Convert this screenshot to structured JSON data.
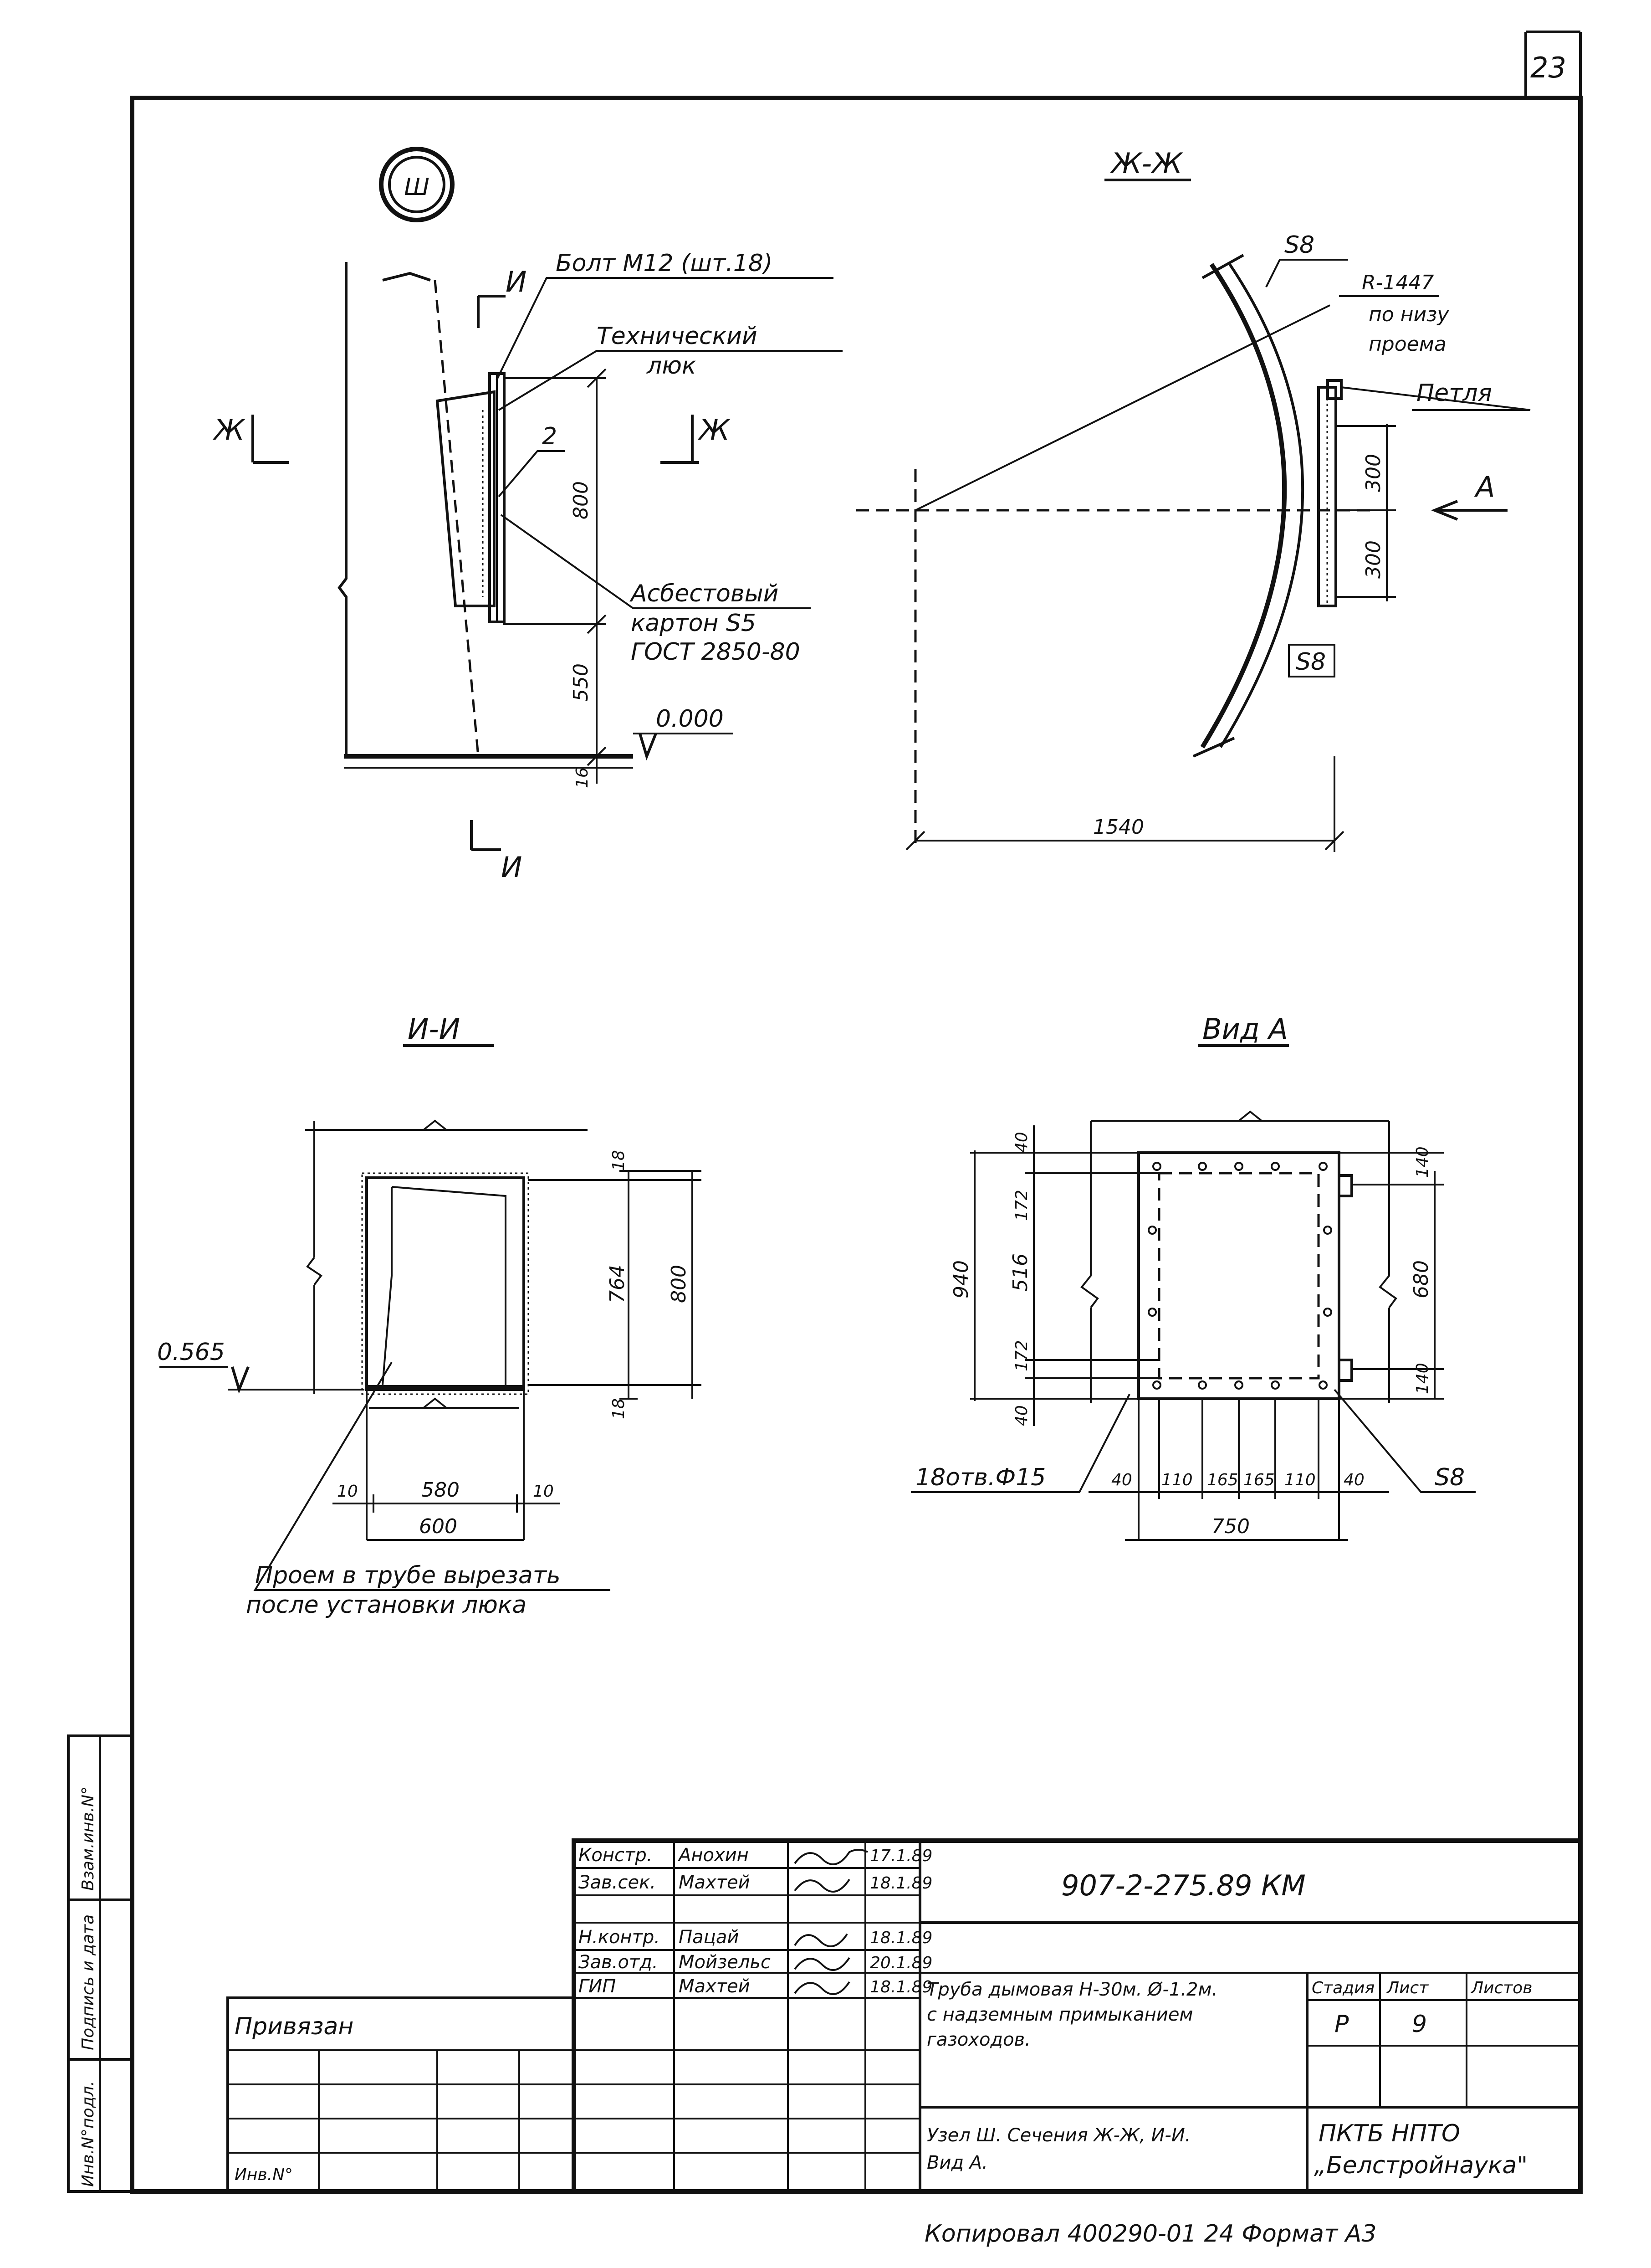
{
  "sheet": {
    "page_number": "23",
    "node_mark": "Ш",
    "copy_note": "Копировал  400290-01   24  Формат А3"
  },
  "section_zh": {
    "title": "Ж-Ж",
    "thickness_top": "S8",
    "thickness_bottom": "S8",
    "radius_note_1": "R-1447",
    "radius_note_2": "по низу",
    "radius_note_3": "проема",
    "loop_label": "Петля",
    "view_arrow": "А",
    "dim_span": "1540",
    "dim_upper": "300",
    "dim_lower": "300"
  },
  "node_view": {
    "bolt_label": "Болт М12 (шт.18)",
    "hatch_label_1": "Технический",
    "hatch_label_2": "люк",
    "pos_2": "2",
    "asbestos_1": "Асбестовый",
    "asbestos_2": "картон S5",
    "asbestos_3": "ГОСТ 2850-80",
    "cut_i_top": "И",
    "cut_i_bottom": "И",
    "cut_zh_left": "Ж",
    "cut_zh_right": "Ж",
    "dim_800": "800",
    "dim_550": "550",
    "dim_16": "16",
    "level_0": "0.000"
  },
  "section_ii": {
    "title": "И-И",
    "level": "0.565",
    "dim_18_top": "18",
    "dim_764": "764",
    "dim_800": "800",
    "dim_18_bot": "18",
    "dim_10_l": "10",
    "dim_580": "580",
    "dim_10_r": "10",
    "dim_600": "600",
    "note_1": "Проем в трубе вырезать",
    "note_2": "после установки люка"
  },
  "view_a": {
    "title": "Вид А",
    "dim_40_t": "40",
    "dim_172_t": "172",
    "dim_516": "516",
    "dim_172_b": "172",
    "dim_40_b": "40",
    "dim_940": "940",
    "dim_140_t": "140",
    "dim_680": "680",
    "dim_140_b": "140",
    "holes": "18отв.Ф15",
    "bot_dims": [
      "40",
      "110",
      "165",
      "165",
      "110",
      "40"
    ],
    "dim_750": "750",
    "thickness": "S8"
  },
  "title_block": {
    "doc_code": "907-2-275.89 КМ",
    "rows": [
      {
        "role": "Констр.",
        "name": "Анохин",
        "date": "17.1.89"
      },
      {
        "role": "Зав.сек.",
        "name": "Махтей",
        "date": "18.1.89"
      },
      {
        "role": "",
        "name": "",
        "date": ""
      },
      {
        "role": "Н.контр.",
        "name": "Пацай",
        "date": "18.1.89"
      },
      {
        "role": "Зав.отд.",
        "name": "Мойзельс",
        "date": "20.1.89"
      },
      {
        "role": "ГИП",
        "name": "Махтей",
        "date": "18.1.89"
      }
    ],
    "title_1": "Труба дымовая Н-30м. Ø-1.2м.",
    "title_2": "с надземным примыканием",
    "title_3": "газоходов.",
    "sheet_title_1": "Узел Ш. Сечения Ж-Ж, И-И.",
    "sheet_title_2": "Вид А.",
    "stage_h": "Стадия",
    "sheet_h": "Лист",
    "sheets_h": "Листов",
    "stage": "Р",
    "sheet_no": "9",
    "org_1": "ПКТБ   НПТО",
    "org_2": "„Белстройнаука\""
  },
  "binding": {
    "label": "Привязан",
    "inv_label": "Инв.N°"
  },
  "side_stamp": {
    "inv_orig": "Инв.N°подл.",
    "sign_date": "Подпись и дата",
    "replace": "Взам.инв.N°"
  }
}
